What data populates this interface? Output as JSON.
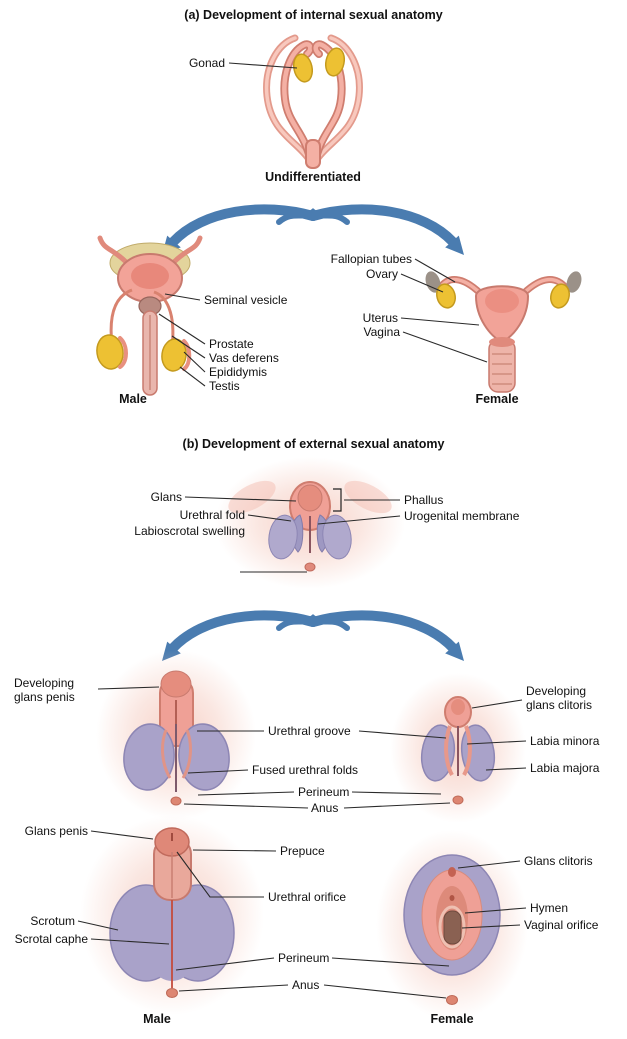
{
  "section_a": {
    "title": "(a) Development of internal sexual anatomy",
    "captions": {
      "undifferentiated": "Undifferentiated",
      "male": "Male",
      "female": "Female"
    },
    "labels": {
      "gonad": "Gonad",
      "seminal_vesicle": "Seminal vesicle",
      "prostate": "Prostate",
      "vas_deferens": "Vas deferens",
      "epididymis": "Epididymis",
      "testis": "Testis",
      "fallopian_tubes": "Fallopian tubes",
      "ovary": "Ovary",
      "uterus": "Uterus",
      "vagina": "Vagina"
    }
  },
  "section_b": {
    "title": "(b) Development of external sexual anatomy",
    "captions": {
      "male": "Male",
      "female": "Female"
    },
    "labels": {
      "glans": "Glans",
      "urethral_fold": "Urethral fold",
      "labioscrotal_swelling": "Labioscrotal swelling",
      "phallus": "Phallus",
      "urogenital_membrane": "Urogenital membrane",
      "developing_glans_penis": "Developing glans penis",
      "urethral_groove": "Urethral groove",
      "fused_urethral_folds": "Fused urethral folds",
      "perineum_middle": "Perineum",
      "anus_middle": "Anus",
      "developing_glans_clitoris": "Developing glans clitoris",
      "labia_minora": "Labia minora",
      "labia_majora": "Labia majora",
      "glans_penis": "Glans penis",
      "prepuce": "Prepuce",
      "urethral_orifice": "Urethral orifice",
      "scrotum": "Scrotum",
      "scrotal_caphe": "Scrotal caphe",
      "perineum_bottom": "Perineum",
      "anus_bottom": "Anus",
      "glans_clitoris": "Glans clitoris",
      "hymen": "Hymen",
      "vaginal_orifice": "Vaginal orifice"
    }
  },
  "colors": {
    "arrow_blue": "#4a7cb0",
    "tissue_pink": "#f0a096",
    "tissue_pink_dark": "#d9826f",
    "gonad_yellow": "#edc133",
    "swelling_lavender": "#a9a2c9",
    "leader_line": "#2a2a2a"
  }
}
